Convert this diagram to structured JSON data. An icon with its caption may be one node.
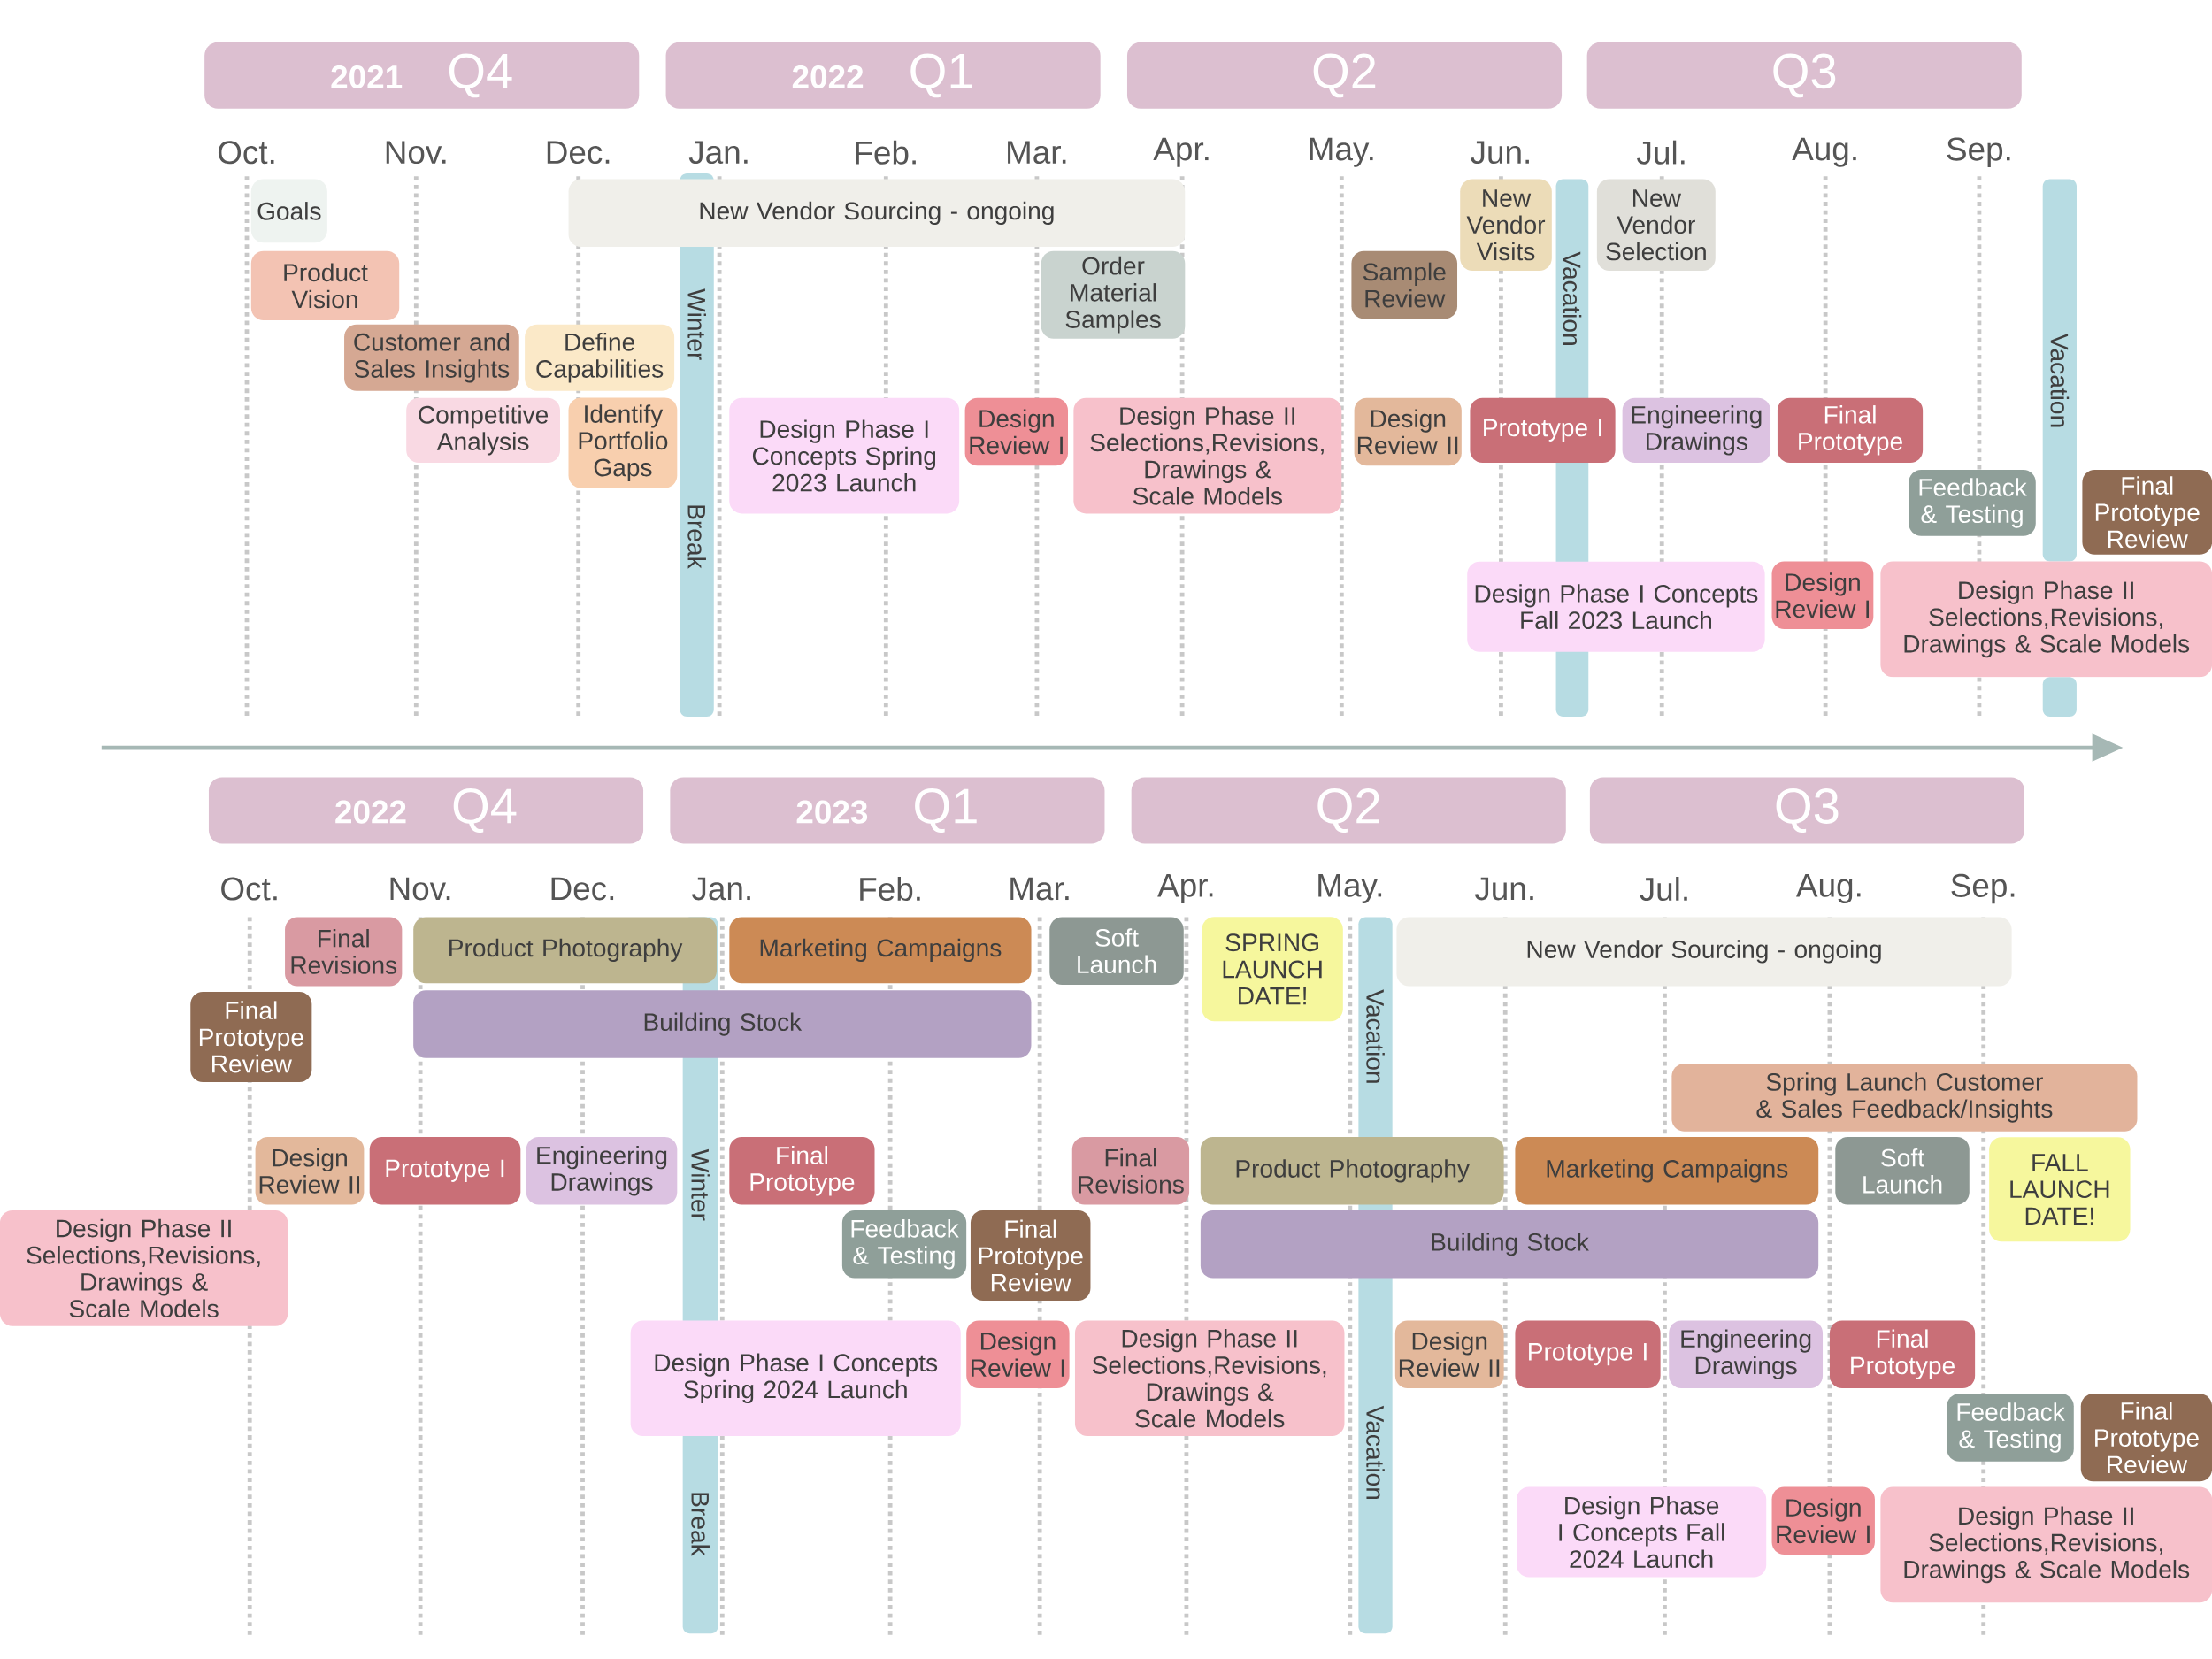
{
  "diagram": {
    "nodes": [
      {
        "text": [
          "2021",
          "Q4"
        ]
      },
      {
        "text": [
          "2022",
          "Q1"
        ]
      },
      {
        "text": [
          "Q2"
        ]
      },
      {
        "text": [
          "Q3"
        ]
      },
      {
        "text": [
          "Winter",
          "Break"
        ]
      },
      {
        "text": [
          "Vacation"
        ]
      },
      {
        "text": [
          "Vacation"
        ]
      },
      {
        "text": [
          "Goals"
        ]
      },
      {
        "text": [
          "New Vendor Sourcing - ongoing"
        ]
      },
      {
        "text": [
          "New Vendor Visits"
        ]
      },
      {
        "text": [
          "New Vendor Selection"
        ]
      },
      {
        "text": [
          "Product Vision"
        ]
      },
      {
        "text": [
          "Order Material Samples"
        ]
      },
      {
        "text": [
          "Sample Review"
        ]
      },
      {
        "text": [
          "Customer and Sales Insights"
        ]
      },
      {
        "text": [
          "Define Capabilities"
        ]
      },
      {
        "text": [
          "Competitive Analysis"
        ]
      },
      {
        "text": [
          "Identify Portfolio Gaps"
        ]
      },
      {
        "text": [
          "Design Phase I Concepts Spring 2023 Launch"
        ]
      },
      {
        "text": [
          "Design Review I"
        ]
      },
      {
        "text": [
          "Design Phase II Selections,Revisions, Drawings & Scale Models"
        ]
      },
      {
        "text": [
          "Design Review II"
        ]
      },
      {
        "text": [
          "Prototype I"
        ]
      },
      {
        "text": [
          "Engineering Drawings"
        ]
      },
      {
        "text": [
          "Final Prototype"
        ]
      },
      {
        "text": [
          "Feedback & Testing"
        ]
      },
      {
        "text": [
          "Final Prototype Review"
        ]
      },
      {
        "text": [
          "Design Phase I Concepts Fall 2023 Launch"
        ]
      },
      {
        "text": [
          "Design Review I"
        ]
      },
      {
        "text": [
          "Design Phase II Selections,Revisions, Drawings & Scale Models"
        ]
      },
      {
        "text": [
          "2022",
          "Q4"
        ]
      },
      {
        "text": [
          "2023",
          "Q1"
        ]
      },
      {
        "text": [
          "Q2"
        ]
      },
      {
        "text": [
          "Q3"
        ]
      },
      {
        "text": [
          "Winter",
          "Break"
        ]
      },
      {
        "text": [
          "Vacation",
          "Vacation"
        ]
      },
      {
        "text": [
          "Final Revisions"
        ]
      },
      {
        "text": [
          "Product Photography"
        ]
      },
      {
        "text": [
          "Marketing Campaigns"
        ]
      },
      {
        "text": [
          "Soft Launch"
        ]
      },
      {
        "text": [
          "SPRING LAUNCH DATE!"
        ]
      },
      {
        "text": [
          "New Vendor Sourcing - ongoing"
        ]
      },
      {
        "text": [
          "Final Prototype Review"
        ]
      },
      {
        "text": [
          "Building Stock"
        ]
      },
      {
        "text": [
          "Spring Launch Customer & Sales Feedback/Insights"
        ]
      },
      {
        "text": [
          "Design Review II"
        ]
      },
      {
        "text": [
          "Prototype I"
        ]
      },
      {
        "text": [
          "Engineering Drawings"
        ]
      },
      {
        "text": [
          "Final Prototype"
        ]
      },
      {
        "text": [
          "Final Revisions"
        ]
      },
      {
        "text": [
          "Product Photography"
        ]
      },
      {
        "text": [
          "Marketing Campaigns"
        ]
      },
      {
        "text": [
          "Soft Launch"
        ]
      },
      {
        "text": [
          "FALL LAUNCH DATE!"
        ]
      },
      {
        "text": [
          "Design Phase II Selections,Revisions, Drawings & Scale Models"
        ]
      },
      {
        "text": [
          "Feedback & Testing"
        ]
      },
      {
        "text": [
          "Final Prototype Review"
        ]
      },
      {
        "text": [
          "Building Stock"
        ]
      },
      {
        "text": [
          "Design Phase I Concepts Spring 2024 Launch"
        ]
      },
      {
        "text": [
          "Design Review I"
        ]
      },
      {
        "text": [
          "Design Phase II Selections,Revisions, Drawings & Scale Models"
        ]
      },
      {
        "text": [
          "Design Review II"
        ]
      },
      {
        "text": [
          "Prototype I"
        ]
      },
      {
        "text": [
          "Engineering Drawings"
        ]
      },
      {
        "text": [
          "Final Prototype"
        ]
      },
      {
        "text": [
          "Feedback & Testing"
        ]
      },
      {
        "text": [
          "Final Prototype Review"
        ]
      },
      {
        "text": [
          "Design Phase I Concepts Fall 2024 Launch"
        ]
      },
      {
        "text": [
          "Design Review I"
        ]
      },
      {
        "text": [
          "Design Phase II Selections,Revisions, Drawings & Scale Models"
        ]
      }
    ],
    "labels": [
      "Oct.",
      "Nov.",
      "Dec.",
      "Jan.",
      "Feb.",
      "Mar.",
      "Apr.",
      "May.",
      "Jun.",
      "Jul.",
      "Aug.",
      "Sep.",
      "Oct.",
      "Nov.",
      "Dec.",
      "Jan.",
      "Feb.",
      "Mar.",
      "Apr.",
      "May.",
      "Jun.",
      "Jul.",
      "Aug.",
      "Sep."
    ]
  }
}
